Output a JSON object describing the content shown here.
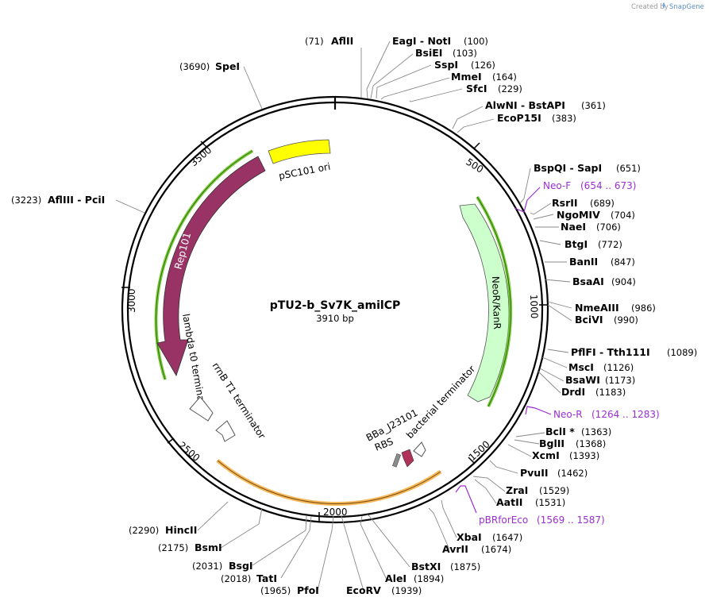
{
  "credit": {
    "text": "Created by",
    "brand": "SnapGene"
  },
  "plasmid": {
    "name": "pTU2-b_Sv7K_amilCP",
    "length_label": "3910 bp"
  },
  "ticks": [
    "500",
    "1000",
    "1500",
    "2000",
    "2500",
    "3000",
    "3500"
  ],
  "enzymes": [
    {
      "pos": "(71)",
      "name": "AflII",
      "order": "pos-name"
    },
    {
      "name": "EagI  - NotI",
      "pos": "(100)"
    },
    {
      "name": "BsiEI",
      "pos": "(103)"
    },
    {
      "name": "SspI",
      "pos": "(126)"
    },
    {
      "name": "MmeI",
      "pos": "(164)"
    },
    {
      "name": "SfcI",
      "pos": "(229)"
    },
    {
      "name": "AlwNI  - BstAPI",
      "pos": "(361)"
    },
    {
      "name": "EcoP15I",
      "pos": "(383)"
    },
    {
      "name": "BspQI  - SapI",
      "pos": "(651)"
    },
    {
      "name": "RsrII",
      "pos": "(689)"
    },
    {
      "name": "NgoMIV",
      "pos": "(704)"
    },
    {
      "name": "NaeI",
      "pos": "(706)"
    },
    {
      "name": "BtgI",
      "pos": "(772)"
    },
    {
      "name": "BanII",
      "pos": "(847)"
    },
    {
      "name": "BsaAI",
      "pos": "(904)"
    },
    {
      "name": "NmeAIII",
      "pos": "(986)"
    },
    {
      "name": "BciVI",
      "pos": "(990)"
    },
    {
      "name": "PflFI  - Tth111I",
      "pos": "(1089)"
    },
    {
      "name": "MscI",
      "pos": "(1126)"
    },
    {
      "name": "BsaWI",
      "pos": "(1173)"
    },
    {
      "name": "DrdI",
      "pos": "(1183)"
    },
    {
      "name": "BclI *",
      "pos": "(1363)"
    },
    {
      "name": "BglII",
      "pos": "(1368)"
    },
    {
      "name": "XcmI",
      "pos": "(1393)"
    },
    {
      "name": "PvuII",
      "pos": "(1462)"
    },
    {
      "name": "ZraI",
      "pos": "(1529)"
    },
    {
      "name": "AatII",
      "pos": "(1531)"
    },
    {
      "name": "XbaI",
      "pos": "(1647)"
    },
    {
      "name": "AvrII",
      "pos": "(1674)"
    },
    {
      "name": "BstXI",
      "pos": "(1875)"
    },
    {
      "name": "AleI",
      "pos": "(1894)"
    },
    {
      "name": "EcoRV",
      "pos": "(1939)"
    },
    {
      "name": "PfoI",
      "pos": "(1965)"
    },
    {
      "name": "TatI",
      "pos": "(2018)"
    },
    {
      "name": "BsgI",
      "pos": "(2031)"
    },
    {
      "name": "BsmI",
      "pos": "(2175)"
    },
    {
      "name": "HincII",
      "pos": "(2290)"
    },
    {
      "name": "AflIII  - PciI",
      "pos": "(3223)"
    },
    {
      "name": "SpeI",
      "pos": "(3690)"
    }
  ],
  "primers": [
    {
      "name": "Neo-F",
      "range": "(654 .. 673)"
    },
    {
      "name": "Neo-R",
      "range": "(1264 .. 1283)"
    },
    {
      "name": "pBRforEco",
      "range": "(1569 .. 1587)"
    }
  ],
  "features": {
    "ori": "pSC101 ori",
    "rep": "Rep101",
    "neo": "NeoR/KanR",
    "lambda": "lambda t0 terminator",
    "rrnb": "rrnB T1 terminator",
    "bacterial": "bacterial terminator",
    "promoter": "BBa_J23101",
    "rbs": "RBS"
  },
  "colors": {
    "backbone": "#000000",
    "ori": "#ffff00",
    "rep": "#993366",
    "neo": "#ccffcc",
    "rep_track": "#7ccc3c",
    "bottom_arc": "#f5b95a",
    "primer": "#9a2fd0",
    "rbs": "#8c8c8c",
    "gene": "#b0325a"
  }
}
